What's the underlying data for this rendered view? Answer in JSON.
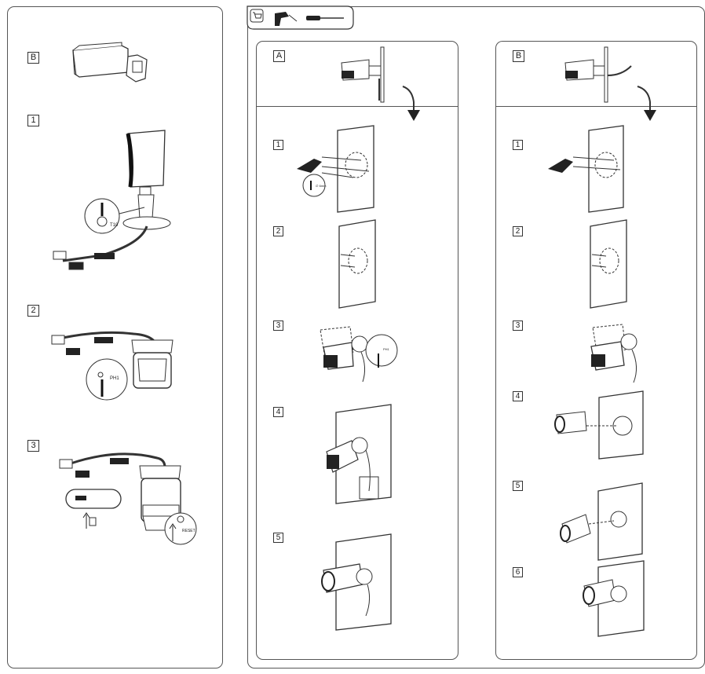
{
  "left_panel": {
    "variant_label": "B",
    "steps": [
      {
        "label": "1",
        "callout": "T10"
      },
      {
        "label": "2",
        "callout": "PH1"
      },
      {
        "label": "3",
        "callout": "RESET"
      }
    ]
  },
  "right_panel": {
    "accessory_icon": "cart-icon",
    "column_a": {
      "variant_label": "A",
      "steps": [
        {
          "label": "1",
          "callout": "∅ 6mm"
        },
        {
          "label": "2"
        },
        {
          "label": "3",
          "callout": "PH1"
        },
        {
          "label": "4"
        },
        {
          "label": "5"
        }
      ]
    },
    "column_b": {
      "variant_label": "B",
      "steps": [
        {
          "label": "1"
        },
        {
          "label": "2"
        },
        {
          "label": "3"
        },
        {
          "label": "4"
        },
        {
          "label": "5"
        },
        {
          "label": "6"
        }
      ]
    }
  },
  "colors": {
    "line": "#333333",
    "fill": "#ffffff",
    "dark": "#1a1a1a"
  }
}
